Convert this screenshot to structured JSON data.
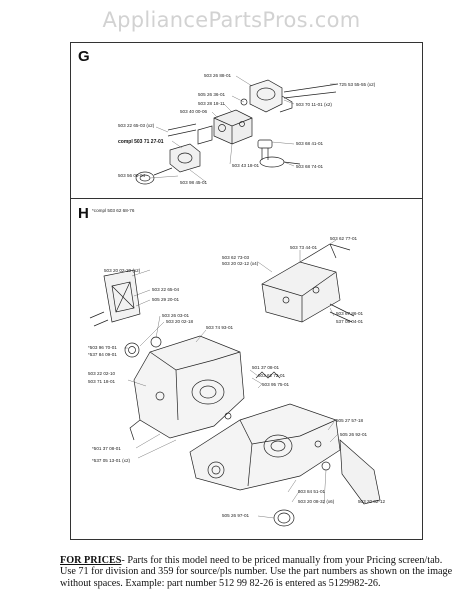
{
  "watermark": "AppliancePartsPros.com",
  "sections": {
    "g": {
      "letter": "G"
    },
    "h": {
      "letter": "H",
      "compl_label": "*compl 503 62 68-76"
    }
  },
  "labels_g": [
    "503 26 88-01",
    "725 53 55-55 (x2)",
    "505 26 36-01",
    "503 28 18-11",
    "503 70 11-01 (x2)",
    "503 40 00-06",
    "503 22 65-03 (x2)",
    "compl 503 71 27-01",
    "503 68 41-01",
    "503 43 18-01",
    "503 68 74-01",
    "503 56 00-04",
    "503 98 45-01"
  ],
  "labels_h": [
    "503 62 77-01",
    "503 73 44-01",
    "503 62 73-03",
    "503 20 02-12 (x4)",
    "503 20 02-20 (x2)",
    "503 22 65-04",
    "505 29 20-01",
    "503 26 03-01",
    "503 20 02-18",
    "503 74 93-01",
    "503 67 86-01",
    "537 08 04-01",
    "*503 96 70-01",
    "*537 84 09-01",
    "501 37 08-01",
    "503 62 72-01",
    "503 22 02-10",
    "503 71 18-01",
    "503 95 75-01",
    "505 27 57-18",
    "505 26 92-01",
    "*501 37 08-01",
    "*537 05 13-01 (x2)",
    "503 84 51-01",
    "503 20 08-32 (x6)",
    "503 20 02-12",
    "505 26 97-01"
  ],
  "footer": {
    "lead": "FOR PRICES",
    "body": "- Parts for this model need to be priced manually from your Pricing screen/tab. Use 71 for division and 359 for source/pls number.  Use the part numbers as shown on the image without spaces.  Example: part number 512 99 82-26 is entered as 5129982-26."
  }
}
